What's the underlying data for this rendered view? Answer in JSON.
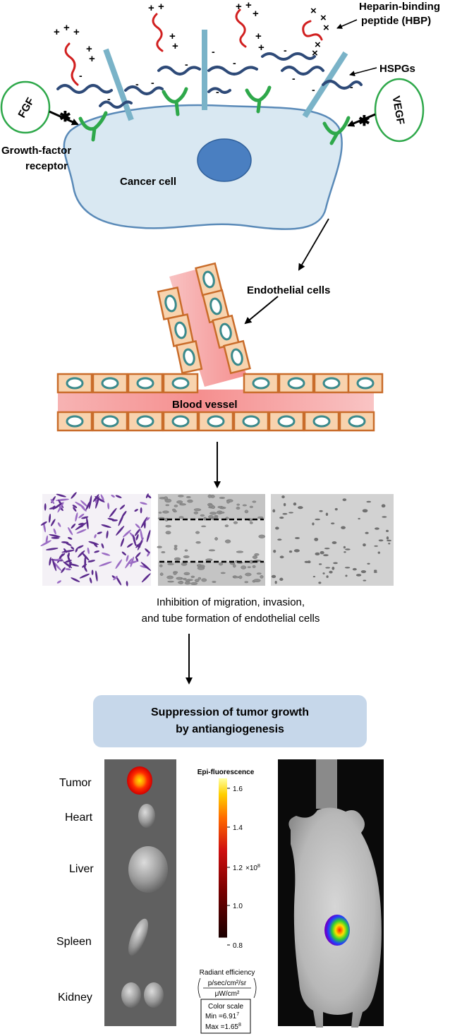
{
  "labels": {
    "hbp_line1": "Heparin-binding",
    "hbp_line2": "peptide (HBP)",
    "hspgs": "HSPGs",
    "fgf": "FGF",
    "vegf": "VEGF",
    "gf_receptor_line1": "Growth-factor",
    "gf_receptor_line2": "receptor",
    "cancer_cell": "Cancer cell",
    "endothelial_cells": "Endothelial cells",
    "blood_vessel": "Blood vessel",
    "inhibition_line1": "Inhibition of migration, invasion,",
    "inhibition_line2": "and tube formation of endothelial cells",
    "suppression_line1": "Suppression of tumor growth",
    "suppression_line2": "by antiangiogenesis"
  },
  "organs": {
    "tumor": "Tumor",
    "heart": "Heart",
    "liver": "Liver",
    "spleen": "Spleen",
    "kidney": "Kidney"
  },
  "scale": {
    "title": "Epi-fluorescence",
    "ticks": [
      "1.6",
      "1.4",
      "1.2",
      "1.0",
      "0.8"
    ],
    "multiplier": "×10",
    "multiplier_exp": "8",
    "unit_title": "Radiant efficiency",
    "unit_num": "p/sec/cm²/sr",
    "unit_den": "μW/cm²",
    "box_title": "Color scale",
    "box_min": "Min =6.91",
    "box_min_exp": "7",
    "box_max": "Max =1.65",
    "box_max_exp": "8"
  },
  "charges": {
    "plus": "+",
    "minus": "-",
    "cross": "×"
  },
  "colors": {
    "membrane_fill": "#d9e8f2",
    "membrane_stroke": "#5a8ab8",
    "nucleus": "#4a7fc1",
    "hspg_chain": "#2e4a78",
    "hspg_core": "#7ab3c8",
    "receptor": "#2ea84a",
    "peptide": "#d11f1f",
    "cell_fill": "#f8d3ae",
    "cell_stroke": "#c96c2a",
    "cell_nucleus": "#3a8a8c",
    "vessel": "#f6a9a9",
    "box_fill": "#c6d7ea"
  }
}
